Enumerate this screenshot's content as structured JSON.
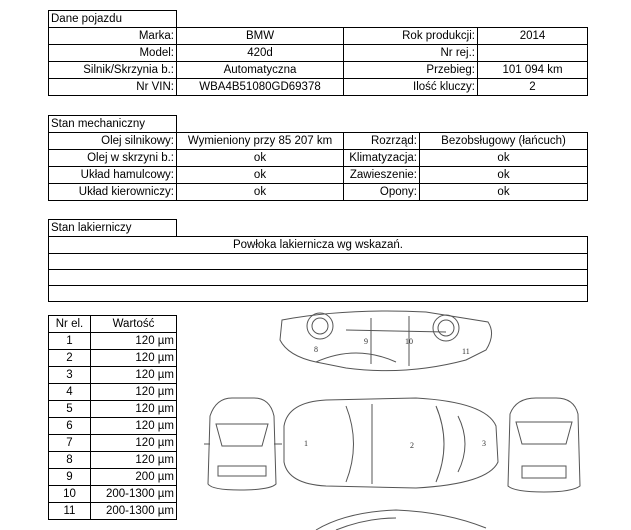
{
  "vehicle": {
    "header": "Dane pojazdu",
    "rows": [
      {
        "label1": "Marka:",
        "value1": "BMW",
        "label2": "Rok produkcji:",
        "value2": "2014"
      },
      {
        "label1": "Model:",
        "value1": "420d",
        "label2": "Nr rej.:",
        "value2": ""
      },
      {
        "label1": "Silnik/Skrzynia b.:",
        "value1": "Automatyczna",
        "label2": "Przebieg:",
        "value2": "101 094 km"
      },
      {
        "label1": "Nr VIN:",
        "value1": "WBA4B51080GD69378",
        "label2": "Ilość kluczy:",
        "value2": "2"
      }
    ]
  },
  "mechanical": {
    "header": "Stan mechaniczny",
    "rows": [
      {
        "label1": "Olej silnikowy:",
        "value1": "Wymieniony przy 85 207 km",
        "label2": "Rozrząd:",
        "value2": "Bezobsługowy (łańcuch)"
      },
      {
        "label1": "Olej w skrzyni b.:",
        "value1": "ok",
        "label2": "Klimatyzacja:",
        "value2": "ok"
      },
      {
        "label1": "Układ hamulcowy:",
        "value1": "ok",
        "label2": "Zawieszenie:",
        "value2": "ok"
      },
      {
        "label1": "Układ kierowniczy:",
        "value1": "ok",
        "label2": "Opony:",
        "value2": "ok"
      }
    ]
  },
  "paint": {
    "header": "Stan lakierniczy",
    "note": "Powłoka lakiernicza wg wskazań."
  },
  "measurements": {
    "col_nr": "Nr el.",
    "col_value": "Wartość",
    "rows": [
      {
        "nr": "1",
        "value": "120 µm"
      },
      {
        "nr": "2",
        "value": "120 µm"
      },
      {
        "nr": "3",
        "value": "120 µm"
      },
      {
        "nr": "4",
        "value": "120 µm"
      },
      {
        "nr": "5",
        "value": "120 µm"
      },
      {
        "nr": "6",
        "value": "120 µm"
      },
      {
        "nr": "7",
        "value": "120 µm"
      },
      {
        "nr": "8",
        "value": "120 µm"
      },
      {
        "nr": "9",
        "value": "200 µm"
      },
      {
        "nr": "10",
        "value": "200-1300 µm"
      },
      {
        "nr": "11",
        "value": "200-1300 µm"
      }
    ]
  },
  "diagram": {
    "labels": {
      "p1": "1",
      "p2": "2",
      "p3": "3",
      "p8": "8",
      "p9": "9",
      "p10": "10",
      "p11": "11"
    }
  }
}
